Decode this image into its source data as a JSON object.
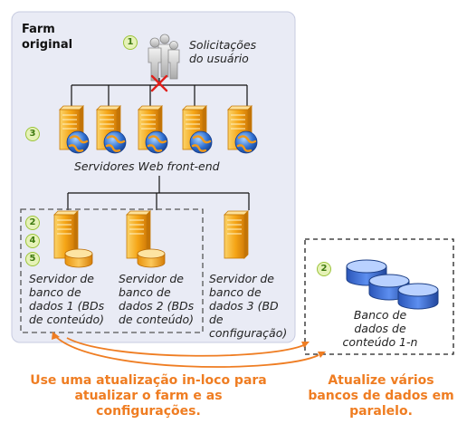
{
  "farm": {
    "title_line1": "Farm",
    "title_line2": "original",
    "users_line1": "Solicitações",
    "users_line2": "do usuário",
    "web_label": "Servidores Web front-end"
  },
  "badges": [
    "1",
    "2",
    "3",
    "4",
    "5",
    "2"
  ],
  "db_servers": [
    {
      "lines": [
        "Servidor de",
        "banco de",
        "dados 1 (BDs",
        "de conteúdo)"
      ]
    },
    {
      "lines": [
        "Servidor de",
        "banco de",
        "dados 2 (BDs",
        "de conteúdo)"
      ]
    },
    {
      "lines": [
        "Servidor de",
        "banco de",
        "dados 3 (BD",
        "de",
        "configuração)"
      ]
    }
  ],
  "content_db": {
    "lines": [
      "Banco de",
      "dados de",
      "conteúdo 1-n"
    ]
  },
  "captions": {
    "left": [
      "Use uma atualização in-loco para",
      "atualizar o farm e as",
      "configurações."
    ],
    "right": [
      "Atualize vários",
      "bancos de dados em",
      "paralelo."
    ]
  },
  "colors": {
    "accent_orange": "#ef7d22",
    "server_orange": "#f5a516",
    "badge_green": "#9cc43a",
    "db_blue": "#3f6fd6"
  }
}
